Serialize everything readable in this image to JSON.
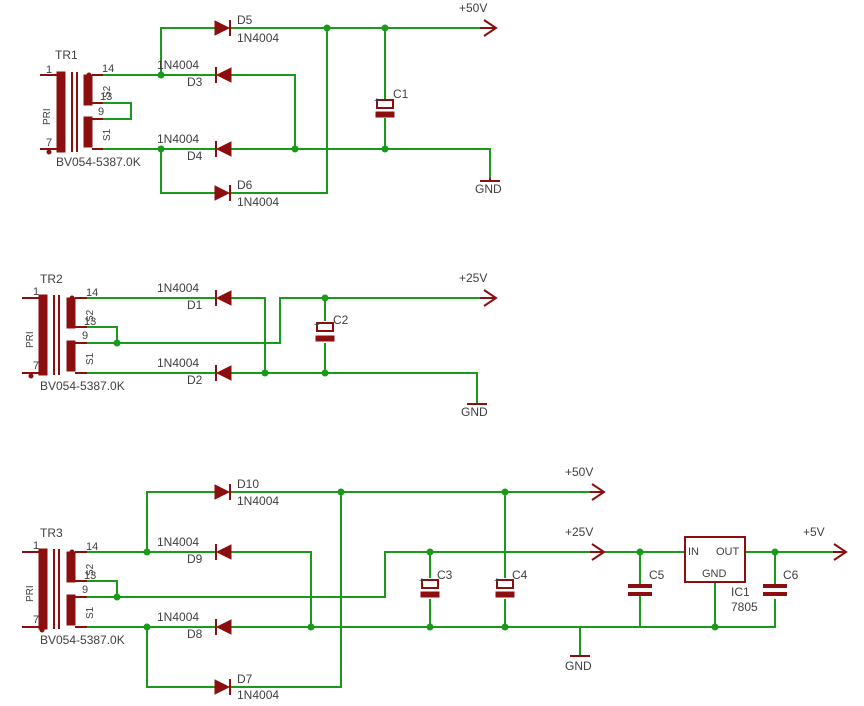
{
  "transformers": [
    {
      "name": "TR1",
      "value": "BV054-5387.0K",
      "pri_label": "PRI",
      "pins": {
        "p1": "1",
        "p7": "7",
        "p14": "14",
        "p13": "13",
        "p9": "9",
        "s2": "S2",
        "s1": "S1"
      }
    },
    {
      "name": "TR2",
      "value": "BV054-5387.0K",
      "pri_label": "PRI",
      "pins": {
        "p1": "1",
        "p7": "7",
        "p14": "14",
        "p13": "13",
        "p9": "9",
        "s2": "S2",
        "s1": "S1"
      }
    },
    {
      "name": "TR3",
      "value": "BV054-5387.0K",
      "pri_label": "PRI",
      "pins": {
        "p1": "1",
        "p7": "7",
        "p14": "14",
        "p13": "13",
        "p9": "9",
        "s2": "S2",
        "s1": "S1"
      }
    }
  ],
  "diodes": {
    "D5": {
      "name": "D5",
      "value": "1N4004"
    },
    "D3": {
      "name": "D3",
      "value": "1N4004"
    },
    "D4": {
      "name": "D4",
      "value": "1N4004"
    },
    "D6": {
      "name": "D6",
      "value": "1N4004"
    },
    "D1": {
      "name": "D1",
      "value": "1N4004"
    },
    "D2": {
      "name": "D2",
      "value": "1N4004"
    },
    "D10": {
      "name": "D10",
      "value": "1N4004"
    },
    "D9": {
      "name": "D9",
      "value": "1N4004"
    },
    "D8": {
      "name": "D8",
      "value": "1N4004"
    },
    "D7": {
      "name": "D7",
      "value": "1N4004"
    }
  },
  "capacitors": {
    "C1": "C1",
    "C2": "C2",
    "C3": "C3",
    "C4": "C4",
    "C5": "C5",
    "C6": "C6"
  },
  "regulator": {
    "name": "IC1",
    "value": "7805",
    "pin_in": "IN",
    "pin_out": "OUT",
    "pin_gnd": "GND"
  },
  "supplies": {
    "p50v": "+50V",
    "p25v": "+25V",
    "p5v": "+5V",
    "gnd": "GND"
  },
  "cap_plus": "+",
  "colors": {
    "wire": "#1a9a1a",
    "component": "#8b0f0f",
    "text": "#404040"
  }
}
